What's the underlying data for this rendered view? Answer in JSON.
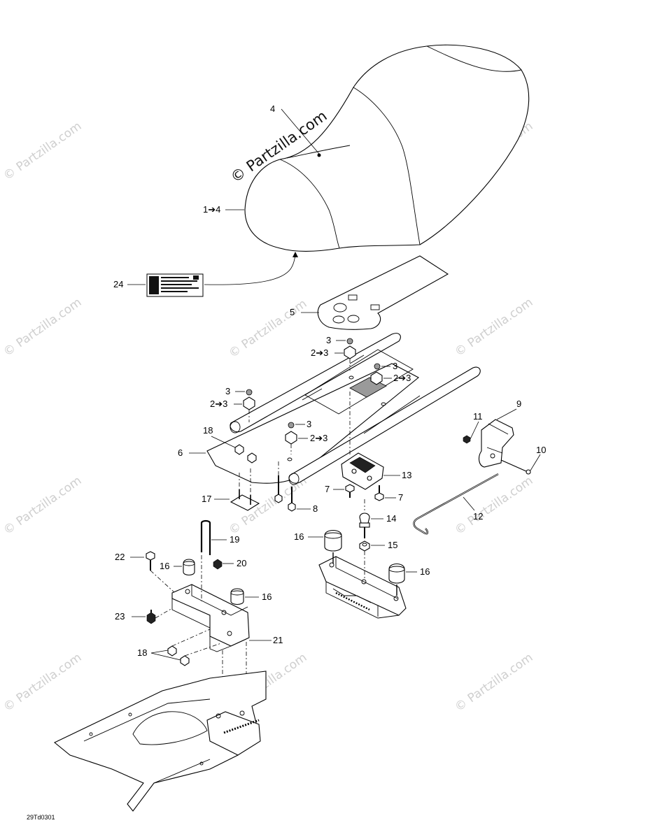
{
  "watermark": {
    "main": "© Partzilla.com",
    "repeat": "© Partzilla.com"
  },
  "labels": {
    "l4": "4",
    "l1to4": "1➔4",
    "l24": "24",
    "l5": "5",
    "l3a": "3",
    "l2to3a": "2➔3",
    "l3b": "3",
    "l2to3b": "2➔3",
    "l3c": "3",
    "l2to3c": "2➔3",
    "l3d": "3",
    "l2to3d": "2➔3",
    "l18a": "18",
    "l6": "6",
    "l11": "11",
    "l9": "9",
    "l10": "10",
    "l13": "13",
    "l7a": "7",
    "l7b": "7",
    "l8": "8",
    "l17": "17",
    "l12": "12",
    "l14": "14",
    "l19": "19",
    "l16a": "16",
    "l15": "15",
    "l22": "22",
    "l20": "20",
    "l16b": "16",
    "l16c": "16",
    "l16d": "16",
    "l23": "23",
    "l21": "21",
    "l18b": "18"
  },
  "drawing_code": "29Td0301"
}
